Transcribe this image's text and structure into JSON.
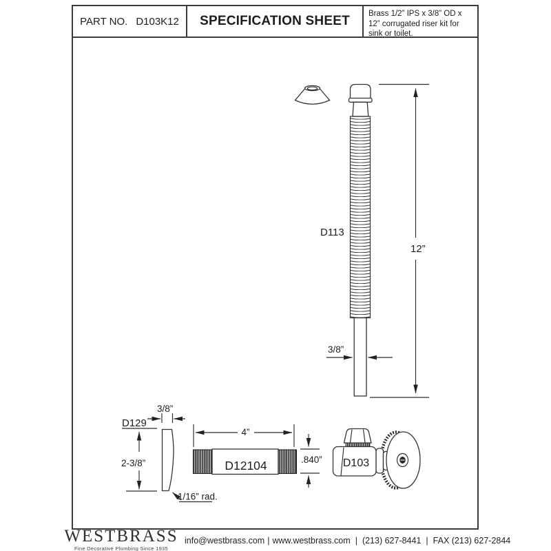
{
  "header": {
    "part_label": "PART NO.",
    "part_number": "D103K12",
    "title": "SPECIFICATION SHEET",
    "description": "Brass 1/2” IPS x 3/8” OD x 12” corrugated riser kit for sink or toilet."
  },
  "drawing": {
    "labels": {
      "riser": "D113",
      "riser_length": "12”",
      "riser_od": "3/8”",
      "flange": "D129",
      "flange_width": "3/8”",
      "flange_height": "2-3/8”",
      "flange_radius": "1/16” rad.",
      "nipple": "D12104",
      "nipple_length": "4”",
      "nipple_od": ".840”",
      "valve": "D103"
    }
  },
  "footer": {
    "brand": "WESTBRASS",
    "tagline": "Fine Decorative Plumbing Since 1935",
    "separator": "|",
    "contact": [
      "info@westbrass.com",
      "www.westbrass.com",
      "(213) 627-8441",
      "FAX (213) 627-2844"
    ]
  }
}
